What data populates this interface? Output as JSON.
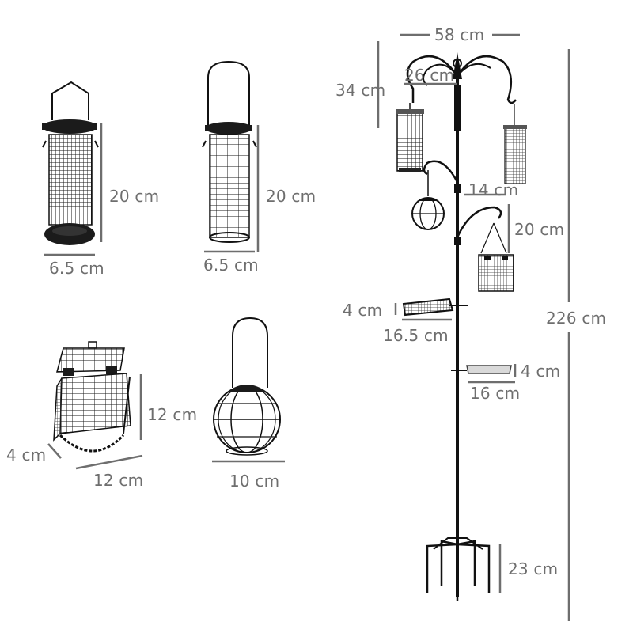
{
  "colors": {
    "ink": "#111111",
    "dimension_line": "#6e6e6e",
    "tray_fill": "#d9d9d9"
  },
  "items": {
    "tube_feeder_short": {
      "height": "20 cm",
      "diameter": "6.5 cm"
    },
    "tube_feeder_tall": {
      "height": "20 cm",
      "diameter": "6.5 cm"
    },
    "basket_feeder": {
      "height": "12 cm",
      "depth": "4 cm",
      "width": "12 cm"
    },
    "ball_feeder": {
      "width": "10 cm"
    }
  },
  "station": {
    "top_width": "58 cm",
    "hook_height": "34 cm",
    "hook_reach": "26 cm",
    "side_hook_reach": "14 cm",
    "lower_hook_height": "20 cm",
    "tray_upper_height": "4 cm",
    "tray_upper_diameter": "16.5 cm",
    "tray_lower_height": "4 cm",
    "tray_lower_diameter": "16 cm",
    "total_height": "226 cm",
    "stake_height": "23 cm"
  }
}
